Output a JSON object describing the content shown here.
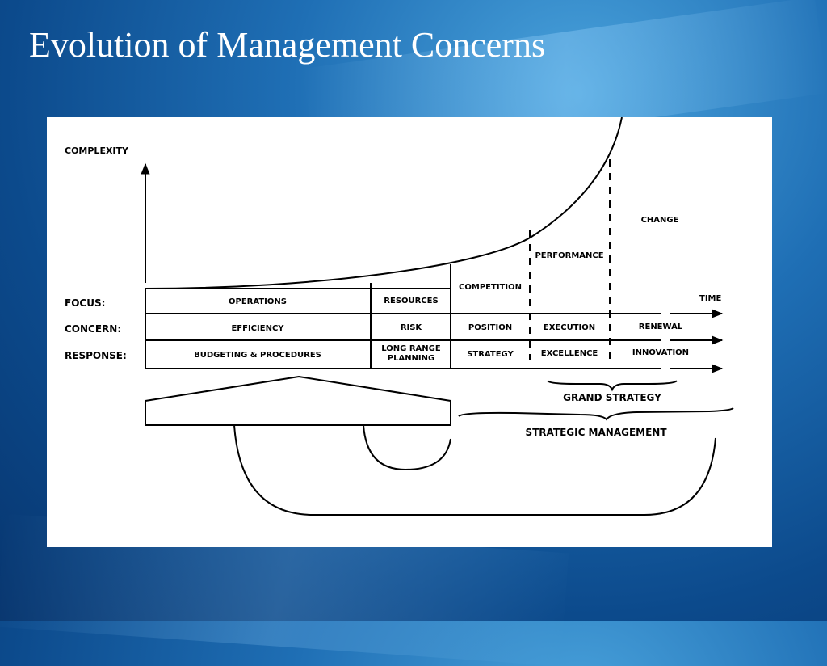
{
  "slide": {
    "title": "Evolution of Management Concerns"
  },
  "diagram": {
    "axis_y_label": "COMPLEXITY",
    "axis_x_label": "TIME",
    "row_labels": {
      "focus": "FOCUS:",
      "concern": "CONCERN:",
      "response": "RESPONSE:"
    },
    "focus": {
      "operations": "OPERATIONS",
      "resources": "RESOURCES",
      "competition": "COMPETITION",
      "performance": "PERFORMANCE",
      "change": "CHANGE"
    },
    "concern": {
      "efficiency": "EFFICIENCY",
      "risk": "RISK",
      "position": "POSITION",
      "execution": "EXECUTION",
      "renewal": "RENEWAL"
    },
    "response": {
      "budgeting": "BUDGETING & PROCEDURES",
      "long_range_1": "LONG RANGE",
      "long_range_2": "PLANNING",
      "strategy": "STRATEGY",
      "excellence": "EXCELLENCE",
      "innovation": "INNOVATION"
    },
    "brace_grand_strategy": "GRAND STRATEGY",
    "brace_strategic_management": "STRATEGIC MANAGEMENT"
  }
}
